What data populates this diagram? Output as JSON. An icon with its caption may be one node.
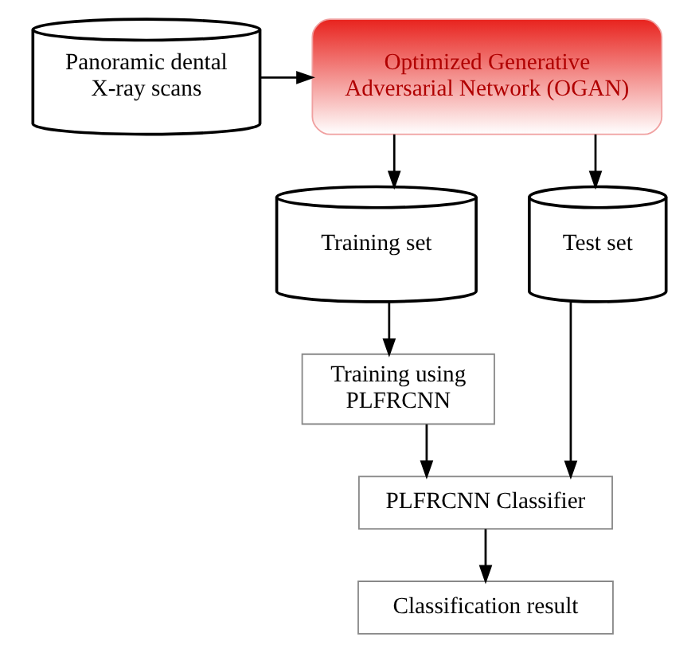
{
  "diagram": {
    "nodes": [
      {
        "text": [
          "Panoramic dental X-ray scans"
        ]
      },
      {
        "text": [
          "Optimized Generative Adversarial Network (OGAN)"
        ]
      },
      {
        "text": [
          "Training set"
        ]
      },
      {
        "text": [
          "Test set"
        ]
      },
      {
        "text": [
          "Training using PLFRCNN"
        ]
      },
      {
        "text": [
          "PLFRCNN Classifier"
        ]
      },
      {
        "text": [
          "Classification result"
        ]
      }
    ],
    "edges": [
      {
        "from": 0,
        "to": 1,
        "arrow": "to"
      },
      {
        "from": 1,
        "to": 2,
        "arrow": "to"
      },
      {
        "from": 1,
        "to": 3,
        "arrow": "to"
      },
      {
        "from": 2,
        "to": 4,
        "arrow": "to"
      },
      {
        "from": 4,
        "to": 5,
        "arrow": "to"
      },
      {
        "from": 3,
        "to": 5,
        "arrow": "to"
      },
      {
        "from": 5,
        "to": 6,
        "arrow": "to"
      }
    ]
  }
}
